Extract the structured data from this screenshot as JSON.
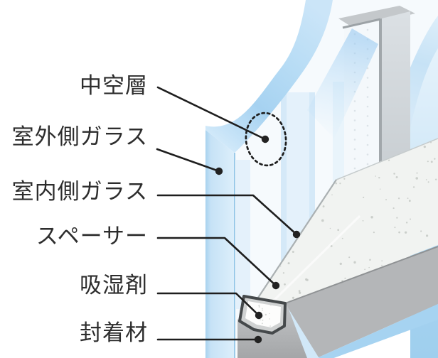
{
  "diagram": {
    "labels": [
      {
        "id": "air-layer",
        "text": "中空層"
      },
      {
        "id": "outdoor-glass",
        "text": "室外側ガラス"
      },
      {
        "id": "indoor-glass",
        "text": "室内側ガラス"
      },
      {
        "id": "spacer",
        "text": "スペーサー"
      },
      {
        "id": "desiccant",
        "text": "吸湿剤"
      },
      {
        "id": "sealant",
        "text": "封着材"
      }
    ],
    "colors": {
      "background": "#ffffff",
      "label_text": "#2d2d2d",
      "leader_line": "#1e1e1e",
      "glass_blue_mid": "#a6d2f1",
      "glass_blue_light": "#d8ecfa",
      "glass_blue_pale": "#e8f4fc",
      "spacer_gray_top": "#9b9b9b",
      "spacer_gray_side": "#b4b7b9",
      "spacer_outline": "#45494b",
      "cut_face": "#f1f3f1",
      "desiccant_white": "#fdfdfc",
      "sealant_gray": "#b2b4b6"
    }
  }
}
